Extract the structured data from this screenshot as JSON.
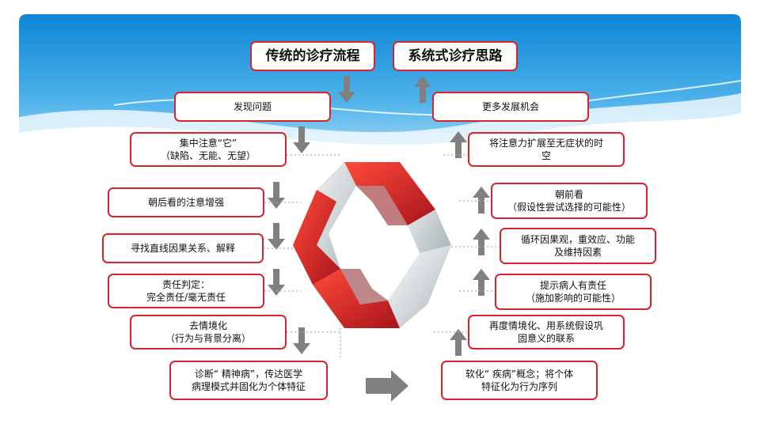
{
  "titles": {
    "left": "传统的诊疗流程",
    "right": "系统式诊疗思路"
  },
  "left_steps": [
    {
      "line1": "发现问题",
      "line2": ""
    },
    {
      "line1": "集中注意“它”",
      "line2": "（缺陷、无能、无望）"
    },
    {
      "line1": "朝后看的注意增强",
      "line2": ""
    },
    {
      "line1": "寻找直线因果关系、解释",
      "line2": ""
    },
    {
      "line1": "责任判定：",
      "line2": "完全责任/毫无责任"
    },
    {
      "line1": "去情境化",
      "line2": "（行为与背景分离）"
    },
    {
      "line1": "诊断“ 精神病”，传达医学",
      "line2": "病理模式并固化为个体特征"
    }
  ],
  "right_steps": [
    {
      "line1": "更多发展机会",
      "line2": ""
    },
    {
      "line1": "将注意力扩展至无症状的时",
      "line2": "空"
    },
    {
      "line1": "朝前看",
      "line2": "（假设性尝试选择的可能性）"
    },
    {
      "line1": "循环因果观，重效应、功能",
      "line2": "及维持因素"
    },
    {
      "line1": "提示病人有责任",
      "line2": "（施加影响的可能性）"
    },
    {
      "line1": "再度情境化、用系统假设巩",
      "line2": "固意义的联系"
    },
    {
      "line1": "软化“ 疾病”概念；将个体",
      "line2": "特征化为行为序列"
    }
  ],
  "colors": {
    "box_border": "#d9232d",
    "arrow_gray": "#7f7f7f",
    "sky_top": "#1a8fd8",
    "sky_bottom": "#9fd6f5",
    "ribbon_red": "#d9232d",
    "ribbon_gray": "#c9d1d6"
  },
  "icons": {
    "down_arrow": "down-arrow-icon",
    "up_arrow": "up-arrow-icon",
    "right_arrow": "right-arrow-icon",
    "center_graphic": "cycle-ribbon-icon"
  }
}
